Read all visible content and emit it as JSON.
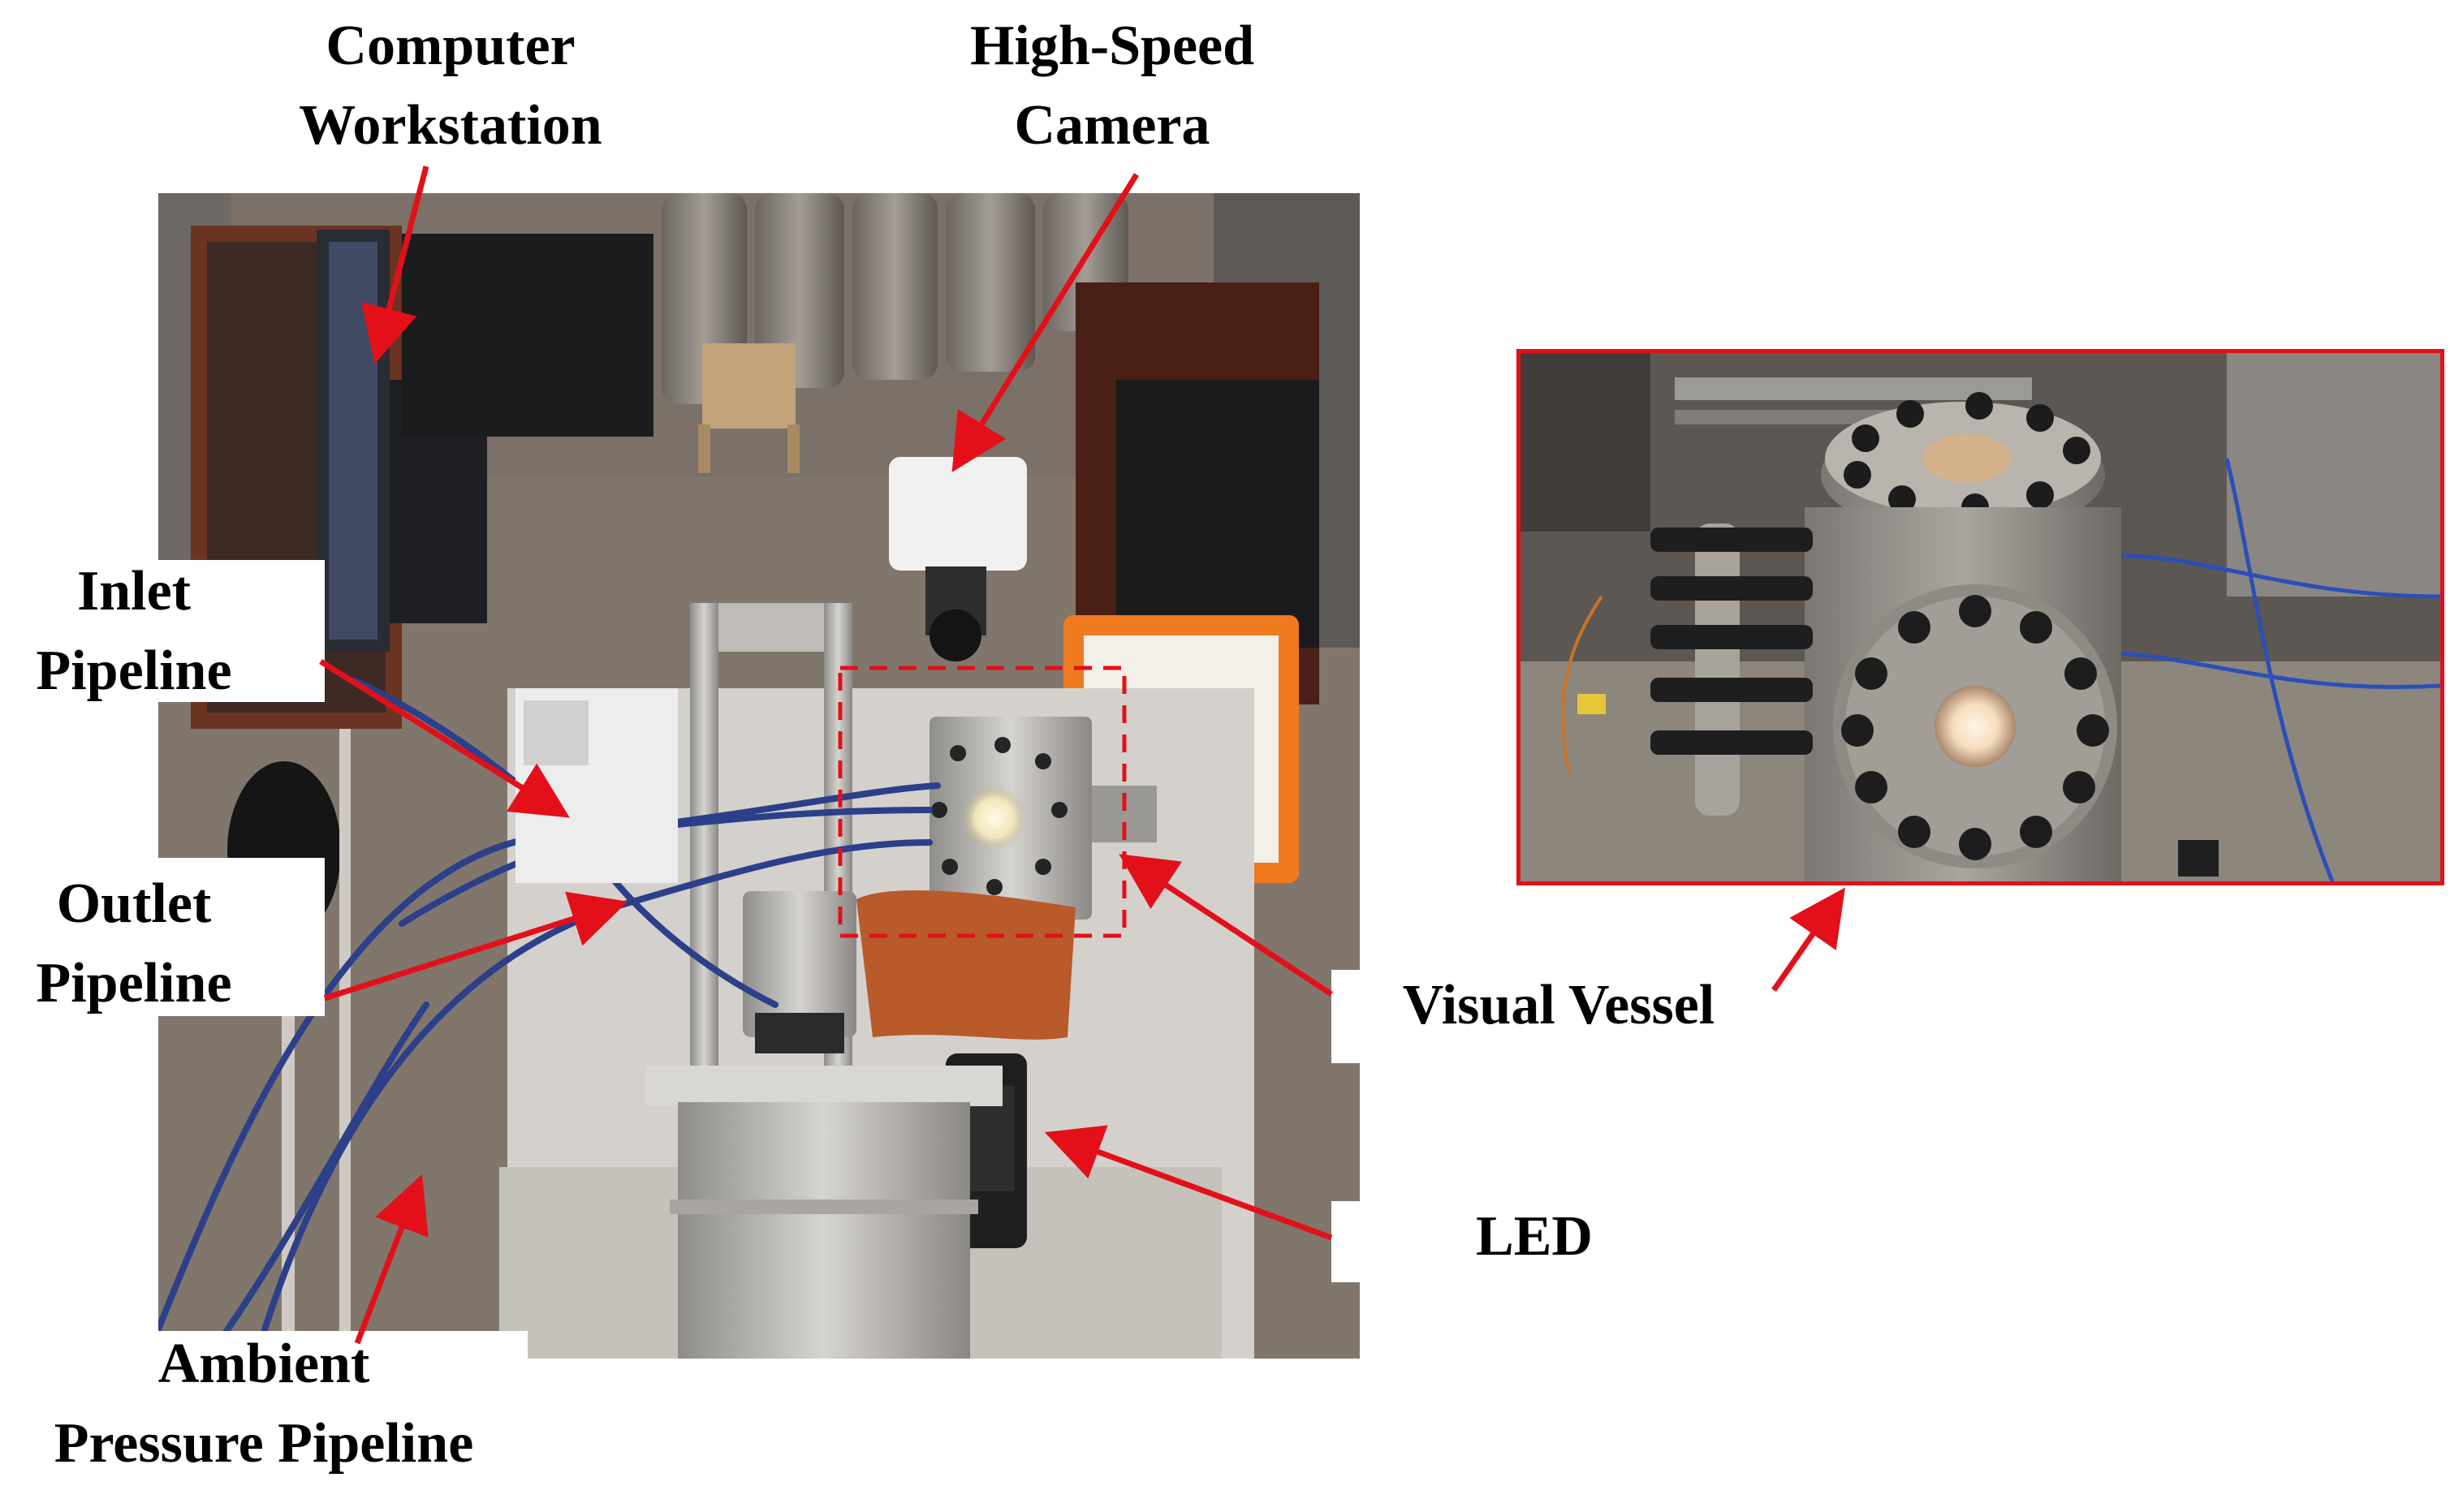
{
  "labels": {
    "computer_workstation": [
      "Computer",
      "Workstation"
    ],
    "high_speed_camera": [
      "High-Speed",
      "Camera"
    ],
    "inlet_pipeline": [
      "Inlet",
      "Pipeline"
    ],
    "outlet_pipeline": [
      "Outlet",
      "Pipeline"
    ],
    "visual_vessel": "Visual Vessel",
    "led": "LED",
    "ambient_pressure_pipeline": [
      "Ambient",
      "Pressure Pipeline"
    ]
  },
  "colors": {
    "arrow": "#e3101a",
    "inset_border": "#e3101a",
    "dashed_box": "#e3101a",
    "label_text": "#000000"
  }
}
